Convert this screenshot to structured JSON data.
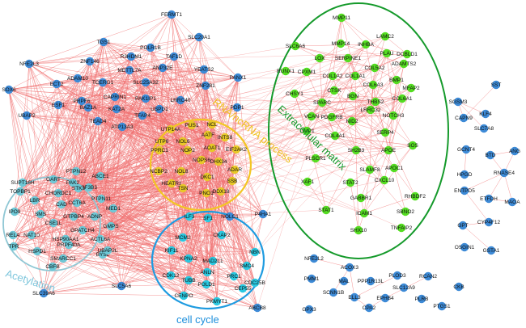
{
  "colors": {
    "edge": "#f07070",
    "node_default": "#3d8ad6",
    "node_ecm": "#55dd22",
    "node_acetylation": "#6ec8d6",
    "node_rna": "#e8c828",
    "node_cellcycle": "#2ac8e0",
    "ellipse_rna": "#f3c623",
    "ellipse_ecm": "#159a2b",
    "ellipse_acet": "#8fc7d4",
    "ellipse_cc": "#1e9be0",
    "label_rna": "#f0c020",
    "label_ecm": "#159a2b",
    "label_acet": "#7ec6dc",
    "label_cc": "#1d8fdc"
  },
  "group_labels": {
    "rna": "RNA/ncRNA process",
    "ecm": "Extracellular matrix",
    "acetylation": "Acetylation",
    "cell_cycle": "cell cycle"
  },
  "nodes": [
    {
      "id": "FERMT1",
      "c": "default"
    },
    {
      "id": "SLC20A1",
      "c": "default"
    },
    {
      "id": "TGS1",
      "c": "default"
    },
    {
      "id": "POLR1B",
      "c": "default"
    },
    {
      "id": "NFE2L3",
      "c": "default"
    },
    {
      "id": "ZNF146",
      "c": "default"
    },
    {
      "id": "R3HDM1",
      "c": "default"
    },
    {
      "id": "TAF1D",
      "c": "default"
    },
    {
      "id": "ADAM10",
      "c": "default"
    },
    {
      "id": "METTL7A",
      "c": "default"
    },
    {
      "id": "ANP32E",
      "c": "default"
    },
    {
      "id": "ECT2",
      "c": "default"
    },
    {
      "id": "TCERG1",
      "c": "default"
    },
    {
      "id": "SLC25A32",
      "c": "default"
    },
    {
      "id": "YEATS2",
      "c": "default"
    },
    {
      "id": "ZNF281",
      "c": "default"
    },
    {
      "id": "SOX6",
      "c": "default"
    },
    {
      "id": "ESF1",
      "c": "default"
    },
    {
      "id": "PRPF6",
      "c": "default"
    },
    {
      "id": "CAPRIN1",
      "c": "default"
    },
    {
      "id": "PAK1IP1",
      "c": "default"
    },
    {
      "id": "LRRC40",
      "c": "default"
    },
    {
      "id": "PANX1",
      "c": "default"
    },
    {
      "id": "UBAP2",
      "c": "default"
    },
    {
      "id": "BAZ1A",
      "c": "default"
    },
    {
      "id": "KAT2A",
      "c": "default"
    },
    {
      "id": "USPD1",
      "c": "default"
    },
    {
      "id": "TEAD4",
      "c": "default"
    },
    {
      "id": "TFAP4",
      "c": "default"
    },
    {
      "id": "ATP13A3",
      "c": "default"
    },
    {
      "id": "PDP1",
      "c": "default"
    },
    {
      "id": "SUPT16H",
      "c": "acet"
    },
    {
      "id": "PTPN12",
      "c": "acet"
    },
    {
      "id": "ABCE1",
      "c": "acet"
    },
    {
      "id": "TOPBP1",
      "c": "acet"
    },
    {
      "id": "GART",
      "c": "acet"
    },
    {
      "id": "PAK2",
      "c": "acet"
    },
    {
      "id": "SF3B3",
      "c": "acet"
    },
    {
      "id": "LBR",
      "c": "acet"
    },
    {
      "id": "CHORDC1",
      "c": "acet"
    },
    {
      "id": "STK3",
      "c": "acet"
    },
    {
      "id": "CAD",
      "c": "acet"
    },
    {
      "id": "CCT6A",
      "c": "acet"
    },
    {
      "id": "PTPN11",
      "c": "acet"
    },
    {
      "id": "IPO9",
      "c": "acet"
    },
    {
      "id": "SMS",
      "c": "acet"
    },
    {
      "id": "ADNP",
      "c": "acet"
    },
    {
      "id": "MED1",
      "c": "acet"
    },
    {
      "id": "CSE1L",
      "c": "acet"
    },
    {
      "id": "GTPBP4",
      "c": "acet"
    },
    {
      "id": "RELA",
      "c": "acet"
    },
    {
      "id": "NAT10",
      "c": "acet"
    },
    {
      "id": "GPATCH4",
      "c": "acet"
    },
    {
      "id": "GMPS",
      "c": "acet"
    },
    {
      "id": "TPR",
      "c": "acet"
    },
    {
      "id": "HSP90AA1",
      "c": "acet"
    },
    {
      "id": "PRPF40A",
      "c": "acet"
    },
    {
      "id": "ACTL6A",
      "c": "acet"
    },
    {
      "id": "HSPD1",
      "c": "acet"
    },
    {
      "id": "SMARCC1",
      "c": "acet"
    },
    {
      "id": "BYSL",
      "c": "acet"
    },
    {
      "id": "UBAP2L",
      "c": "acet"
    },
    {
      "id": "CBFB",
      "c": "acet"
    },
    {
      "id": "SLC39A6",
      "c": "default"
    },
    {
      "id": "SLC5A6",
      "c": "default"
    },
    {
      "id": "UTP14A",
      "c": "rna"
    },
    {
      "id": "PUS1",
      "c": "rna"
    },
    {
      "id": "NCL",
      "c": "rna"
    },
    {
      "id": "UTP6",
      "c": "rna"
    },
    {
      "id": "NOL6",
      "c": "rna"
    },
    {
      "id": "AATF",
      "c": "rna"
    },
    {
      "id": "INTS8",
      "c": "rna"
    },
    {
      "id": "PPRC1",
      "c": "rna"
    },
    {
      "id": "NOP2",
      "c": "rna"
    },
    {
      "id": "AOAT1",
      "c": "rna"
    },
    {
      "id": "EIF2AK2",
      "c": "rna"
    },
    {
      "id": "NOPS6",
      "c": "rna"
    },
    {
      "id": "DHX34",
      "c": "rna"
    },
    {
      "id": "NCBP2",
      "c": "rna"
    },
    {
      "id": "NOL8",
      "c": "rna"
    },
    {
      "id": "ADAR",
      "c": "rna"
    },
    {
      "id": "DKC1",
      "c": "rna"
    },
    {
      "id": "SSB",
      "c": "rna"
    },
    {
      "id": "HEATR1",
      "c": "rna"
    },
    {
      "id": "TSN",
      "c": "rna"
    },
    {
      "id": "PNO1",
      "c": "rna"
    },
    {
      "id": "DDX18",
      "c": "rna"
    },
    {
      "id": "ILF3",
      "c": "cc"
    },
    {
      "id": "SF1",
      "c": "cc"
    },
    {
      "id": "NOLC1",
      "c": "default"
    },
    {
      "id": "P4HA1",
      "c": "default"
    },
    {
      "id": "MCM2",
      "c": "cc"
    },
    {
      "id": "CKAP2",
      "c": "cc"
    },
    {
      "id": "KIF11",
      "c": "cc"
    },
    {
      "id": "NBN",
      "c": "cc"
    },
    {
      "id": "KPNA2",
      "c": "cc"
    },
    {
      "id": "MAD2L1",
      "c": "cc"
    },
    {
      "id": "SMC4",
      "c": "cc"
    },
    {
      "id": "ANLN",
      "c": "cc"
    },
    {
      "id": "PRC1",
      "c": "cc"
    },
    {
      "id": "CDK12",
      "c": "cc"
    },
    {
      "id": "TUBB",
      "c": "cc"
    },
    {
      "id": "CDC25B",
      "c": "cc"
    },
    {
      "id": "POLD1",
      "c": "cc"
    },
    {
      "id": "CEP55",
      "c": "cc"
    },
    {
      "id": "CENPO",
      "c": "cc"
    },
    {
      "id": "PKMYT1",
      "c": "cc"
    },
    {
      "id": "ABCB8",
      "c": "default"
    },
    {
      "id": "MMP11",
      "c": "ecm"
    },
    {
      "id": "LAMC2",
      "c": "ecm"
    },
    {
      "id": "SLC6A6",
      "c": "ecm"
    },
    {
      "id": "MMP14",
      "c": "ecm"
    },
    {
      "id": "INHBA",
      "c": "ecm"
    },
    {
      "id": "PLAU",
      "c": "ecm"
    },
    {
      "id": "DCBLD1",
      "c": "ecm"
    },
    {
      "id": "LOX",
      "c": "ecm"
    },
    {
      "id": "SERPINE1",
      "c": "ecm"
    },
    {
      "id": "ADAMTS2",
      "c": "ecm"
    },
    {
      "id": "RUNX1",
      "c": "ecm"
    },
    {
      "id": "CPXM1",
      "c": "ecm"
    },
    {
      "id": "COL1A2",
      "c": "ecm"
    },
    {
      "id": "COL5A2",
      "c": "ecm"
    },
    {
      "id": "COL1A1",
      "c": "ecm"
    },
    {
      "id": "COL6A3",
      "c": "ecm"
    },
    {
      "id": "BMP1",
      "c": "ecm"
    },
    {
      "id": "MFAP2",
      "c": "ecm"
    },
    {
      "id": "CTSK",
      "c": "ecm"
    },
    {
      "id": "CHSY1",
      "c": "ecm"
    },
    {
      "id": "SPARC",
      "c": "ecm"
    },
    {
      "id": "BGN",
      "c": "ecm"
    },
    {
      "id": "THBS2",
      "c": "ecm"
    },
    {
      "id": "COL6A1",
      "c": "ecm"
    },
    {
      "id": "VCAN",
      "c": "ecm"
    },
    {
      "id": "PDGFRB",
      "c": "ecm"
    },
    {
      "id": "LRRC32",
      "c": "ecm"
    },
    {
      "id": "NOTCH3",
      "c": "ecm"
    },
    {
      "id": "NID2",
      "c": "ecm"
    },
    {
      "id": "TIMP1",
      "c": "ecm"
    },
    {
      "id": "SERP4",
      "c": "ecm"
    },
    {
      "id": "COL4A1",
      "c": "ecm"
    },
    {
      "id": "SH2B3",
      "c": "ecm"
    },
    {
      "id": "PLSCR1",
      "c": "ecm"
    },
    {
      "id": "APOE",
      "c": "ecm"
    },
    {
      "id": "SOS",
      "c": "ecm"
    },
    {
      "id": "SLAMF8",
      "c": "ecm"
    },
    {
      "id": "APOC1",
      "c": "ecm"
    },
    {
      "id": "XAF1",
      "c": "ecm"
    },
    {
      "id": "STAT2",
      "c": "ecm"
    },
    {
      "id": "CXCL10",
      "c": "ecm"
    },
    {
      "id": "GABBR1",
      "c": "ecm"
    },
    {
      "id": "RHBDF2",
      "c": "ecm"
    },
    {
      "id": "STAT1",
      "c": "ecm"
    },
    {
      "id": "ICAM1",
      "c": "ecm"
    },
    {
      "id": "SBNO2",
      "c": "ecm"
    },
    {
      "id": "SHX10",
      "c": "ecm"
    },
    {
      "id": "TNFAIP2",
      "c": "ecm"
    },
    {
      "id": "SST",
      "c": "default"
    },
    {
      "id": "SGSM3",
      "c": "default"
    },
    {
      "id": "KLF4",
      "c": "default"
    },
    {
      "id": "CAPN9",
      "c": "default"
    },
    {
      "id": "SLC7A8",
      "c": "default"
    },
    {
      "id": "ANG",
      "c": "default"
    },
    {
      "id": "GCNT4",
      "c": "default"
    },
    {
      "id": "BTD",
      "c": "default"
    },
    {
      "id": "HPGD",
      "c": "default"
    },
    {
      "id": "RNASE4",
      "c": "default"
    },
    {
      "id": "ENTPD5",
      "c": "default"
    },
    {
      "id": "ETFDH",
      "c": "default"
    },
    {
      "id": "MAOA",
      "c": "default"
    },
    {
      "id": "CYP4F12",
      "c": "default"
    },
    {
      "id": "GPT",
      "c": "default"
    },
    {
      "id": "OSGIN1",
      "c": "default"
    },
    {
      "id": "GSTA1",
      "c": "default"
    },
    {
      "id": "NFE2L2",
      "c": "default"
    },
    {
      "id": "ACOX3",
      "c": "default"
    },
    {
      "id": "RCAN2",
      "c": "default"
    },
    {
      "id": "PMM1",
      "c": "default"
    },
    {
      "id": "MAL",
      "c": "default"
    },
    {
      "id": "PPP1R13L",
      "c": "default"
    },
    {
      "id": "PLOD3",
      "c": "default"
    },
    {
      "id": "SLC12A9",
      "c": "default"
    },
    {
      "id": "CKB",
      "c": "default"
    },
    {
      "id": "SCNN1B",
      "c": "default"
    },
    {
      "id": "ELL3",
      "c": "default"
    },
    {
      "id": "EPHB4",
      "c": "default"
    },
    {
      "id": "PLRB",
      "c": "default"
    },
    {
      "id": "GPX3",
      "c": "default"
    },
    {
      "id": "CPA2",
      "c": "default"
    },
    {
      "id": "PTGS1",
      "c": "default"
    }
  ]
}
